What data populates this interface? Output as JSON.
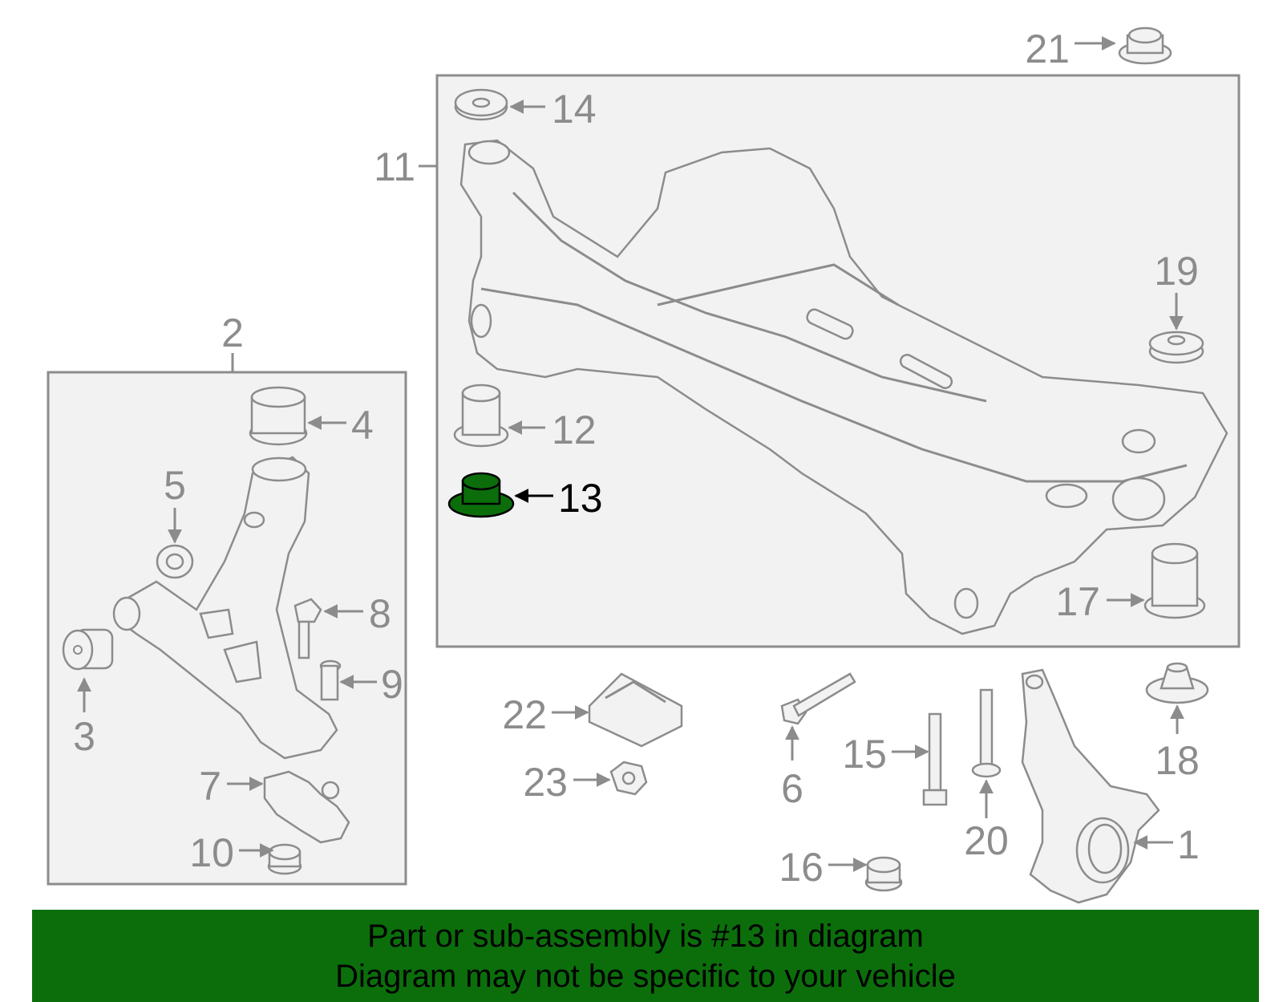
{
  "highlight_color": "#0b6e0b",
  "callouts": {
    "c1": "1",
    "c2": "2",
    "c3": "3",
    "c4": "4",
    "c5": "5",
    "c6": "6",
    "c7": "7",
    "c8": "8",
    "c9": "9",
    "c10": "10",
    "c11": "11",
    "c12": "12",
    "c13": "13",
    "c14": "14",
    "c15": "15",
    "c16": "16",
    "c17": "17",
    "c18": "18",
    "c19": "19",
    "c20": "20",
    "c21": "21",
    "c22": "22",
    "c23": "23"
  },
  "highlighted_part": "13",
  "banner": {
    "line1": "Part or sub-assembly is #13 in diagram",
    "line2": "Diagram may not be specific to your vehicle"
  }
}
